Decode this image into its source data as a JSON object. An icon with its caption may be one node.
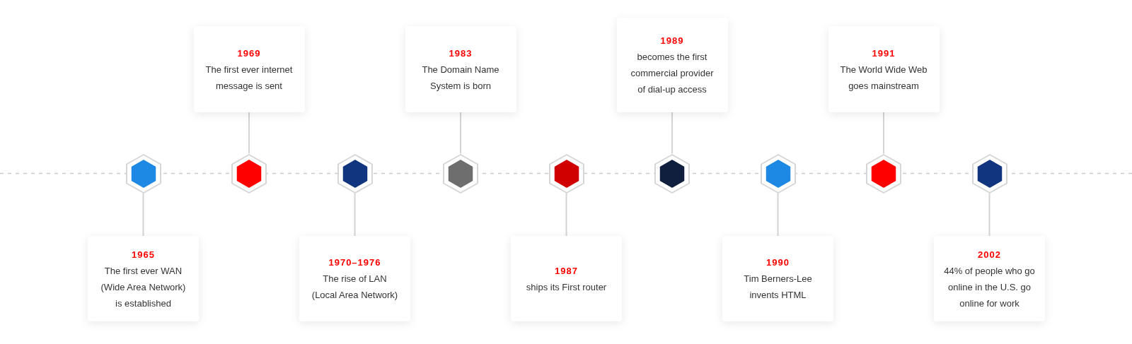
{
  "diagram": {
    "nodes": [
      {
        "text": [
          "1965",
          "The first ever WAN (Wide Area Network) is established"
        ]
      },
      {
        "text": [
          "1969",
          "The first ever internet message is sent"
        ]
      },
      {
        "text": [
          "1970–1976",
          "The rise of LAN (Local Area Network)"
        ]
      },
      {
        "text": [
          "1983",
          "The Domain Name System is born"
        ]
      },
      {
        "text": [
          "1987",
          "ships its First router"
        ]
      },
      {
        "text": [
          "1989",
          "becomes the first commercial provider of dial-up access"
        ]
      },
      {
        "text": [
          "1990",
          "Tim Berners-Lee invents HTML"
        ]
      },
      {
        "text": [
          "1991",
          "The World Wide Web goes mainstream"
        ]
      },
      {
        "text": [
          "2002",
          "44% of people who go online in the U.S. go online for work"
        ]
      },
      {
        "text": [],
        "shape": "hexagon"
      },
      {
        "text": [],
        "shape": "hexagon"
      },
      {
        "text": [],
        "shape": "hexagon"
      },
      {
        "text": [],
        "shape": "hexagon"
      },
      {
        "text": [],
        "shape": "hexagon"
      },
      {
        "text": [],
        "shape": "hexagon"
      },
      {
        "text": [],
        "shape": "hexagon"
      },
      {
        "text": [],
        "shape": "hexagon"
      },
      {
        "text": [],
        "shape": "hexagon"
      }
    ],
    "edges": [
      {
        "from": 0,
        "to": 9,
        "arrow": "none"
      },
      {
        "from": 1,
        "to": 10,
        "arrow": "none"
      },
      {
        "from": 2,
        "to": 11,
        "arrow": "none"
      },
      {
        "from": 3,
        "to": 12,
        "arrow": "none"
      },
      {
        "from": 4,
        "to": 13,
        "arrow": "none"
      },
      {
        "from": 5,
        "to": 14,
        "arrow": "none"
      },
      {
        "from": 6,
        "to": 15,
        "arrow": "none"
      },
      {
        "from": 7,
        "to": 16,
        "arrow": "none"
      },
      {
        "from": 8,
        "to": 17,
        "arrow": "none"
      }
    ]
  }
}
